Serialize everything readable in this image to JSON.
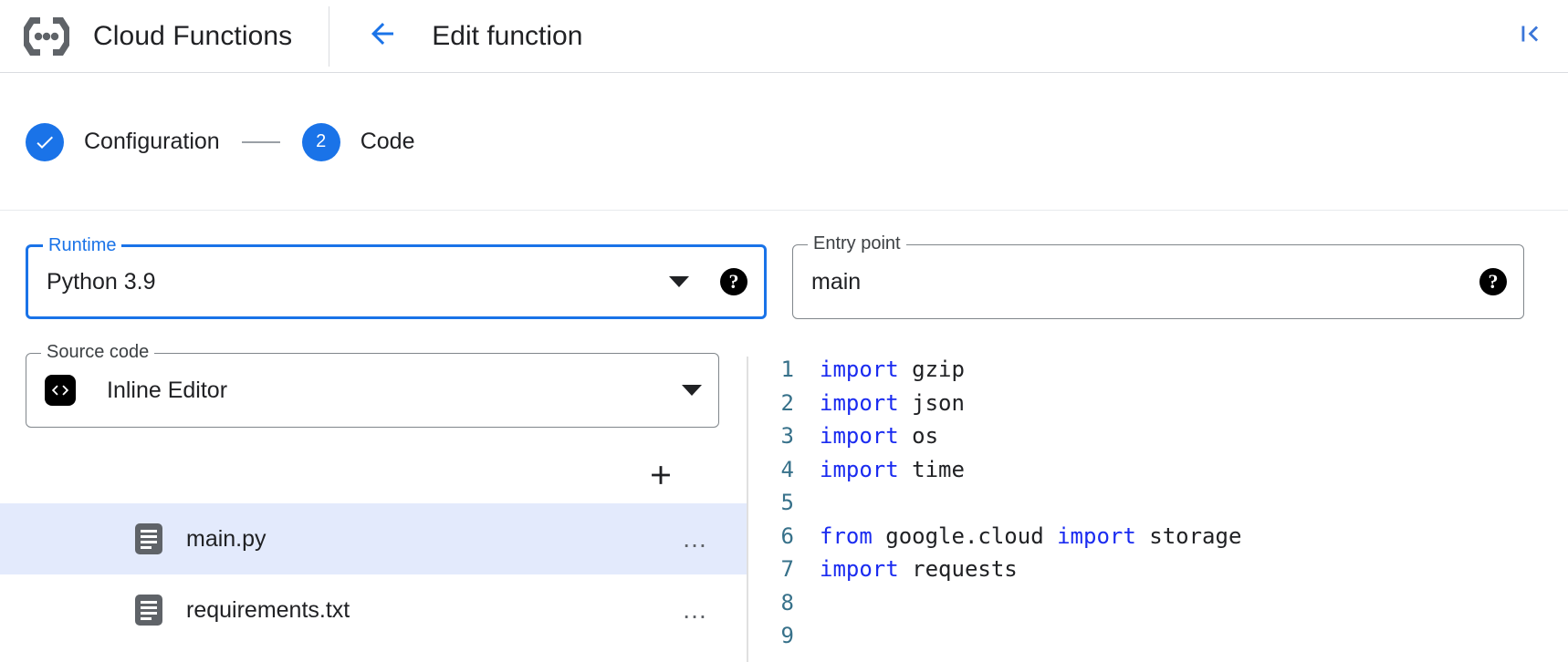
{
  "header": {
    "logo_icon": "cloud-functions-logo-icon",
    "product_title": "Cloud Functions",
    "back_icon": "arrow-left-icon",
    "page_title": "Edit function",
    "collapse_icon": "first-page-icon"
  },
  "stepper": {
    "steps": [
      {
        "marker": "✓",
        "label": "Configuration",
        "state": "completed"
      },
      {
        "marker": "2",
        "label": "Code",
        "state": "active"
      }
    ],
    "connector": "—"
  },
  "fields": {
    "runtime": {
      "legend": "Runtime",
      "value": "Python 3.9",
      "focused": true,
      "caret_icon": "chevron-down-icon",
      "help_icon": "help-icon",
      "help_glyph": "?"
    },
    "entry_point": {
      "legend": "Entry point",
      "value": "main",
      "placeholder": "main",
      "focused": false,
      "help_icon": "help-icon",
      "help_glyph": "?"
    },
    "source_code": {
      "legend": "Source code",
      "value": "Inline Editor",
      "badge_icon": "code-brackets-icon",
      "caret_icon": "chevron-down-icon"
    }
  },
  "files": {
    "add_label": "+",
    "add_icon": "plus-icon",
    "overflow_glyph": "…",
    "items": [
      {
        "name": "main.py",
        "icon": "file-document-icon",
        "selected": true
      },
      {
        "name": "requirements.txt",
        "icon": "file-document-icon",
        "selected": false
      }
    ]
  },
  "editor": {
    "language": "python",
    "lines": [
      {
        "n": "1",
        "tokens": [
          {
            "t": "import",
            "k": true
          },
          {
            "t": " gzip",
            "k": false
          }
        ]
      },
      {
        "n": "2",
        "tokens": [
          {
            "t": "import",
            "k": true
          },
          {
            "t": " json",
            "k": false
          }
        ]
      },
      {
        "n": "3",
        "tokens": [
          {
            "t": "import",
            "k": true
          },
          {
            "t": " os",
            "k": false
          }
        ]
      },
      {
        "n": "4",
        "tokens": [
          {
            "t": "import",
            "k": true
          },
          {
            "t": " time",
            "k": false
          }
        ]
      },
      {
        "n": "5",
        "tokens": []
      },
      {
        "n": "6",
        "tokens": [
          {
            "t": "from",
            "k": true
          },
          {
            "t": " google.cloud ",
            "k": false
          },
          {
            "t": "import",
            "k": true
          },
          {
            "t": " storage",
            "k": false
          }
        ]
      },
      {
        "n": "7",
        "tokens": [
          {
            "t": "import",
            "k": true
          },
          {
            "t": " requests",
            "k": false
          }
        ]
      },
      {
        "n": "8",
        "tokens": []
      },
      {
        "n": "9",
        "tokens": []
      }
    ]
  },
  "colors": {
    "accent_blue": "#1a73e8",
    "keyword_blue": "#1a2bf0",
    "line_number": "#37718a",
    "selected_row": "#e3eafc",
    "text_primary": "#202124",
    "border_grey": "#80868b"
  }
}
